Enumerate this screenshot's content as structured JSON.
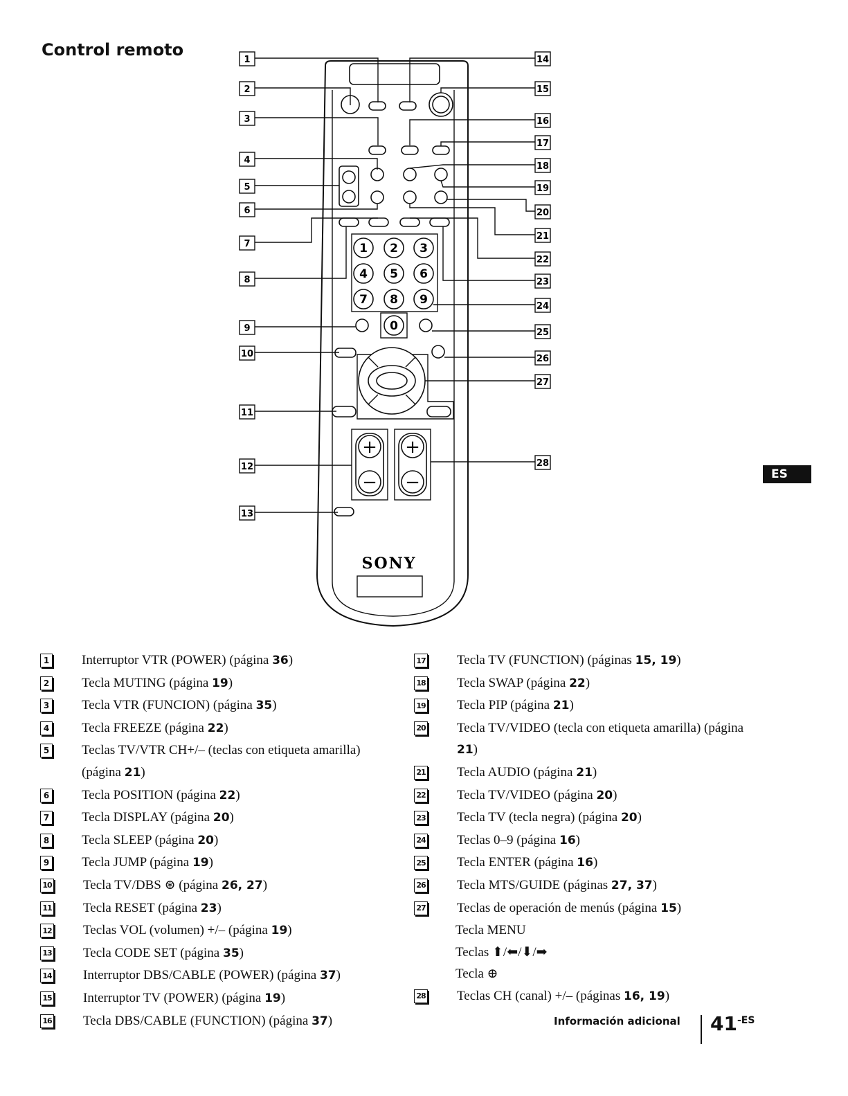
{
  "page": {
    "title": "Control remoto",
    "tab_label": "ES",
    "footer_section": "Información adicional",
    "page_number": "41",
    "page_suffix": "-ES"
  },
  "remote": {
    "brand": "SONY",
    "keypad": [
      "1",
      "2",
      "3",
      "4",
      "5",
      "6",
      "7",
      "8",
      "9",
      "0"
    ],
    "callouts": [
      "1",
      "2",
      "3",
      "4",
      "5",
      "6",
      "7",
      "8",
      "9",
      "10",
      "11",
      "12",
      "13",
      "14",
      "15",
      "16",
      "17",
      "18",
      "19",
      "20",
      "21",
      "22",
      "23",
      "24",
      "25",
      "26",
      "27",
      "28"
    ]
  },
  "legend_left": [
    {
      "n": "1",
      "text": "Interruptor VTR (POWER) (página ",
      "pages": "36",
      "after": ")"
    },
    {
      "n": "2",
      "text": "Tecla MUTING (página ",
      "pages": "19",
      "after": ")"
    },
    {
      "n": "3",
      "text": "Tecla VTR (FUNCION) (página ",
      "pages": "35",
      "after": ")"
    },
    {
      "n": "4",
      "text": "Tecla FREEZE (página ",
      "pages": "22",
      "after": ")"
    },
    {
      "n": "5",
      "text": "Teclas TV/VTR CH+/– (teclas con etiqueta amarilla) (página ",
      "pages": "21",
      "after": ")"
    },
    {
      "n": "6",
      "text": "Tecla POSITION (página ",
      "pages": "22",
      "after": ")"
    },
    {
      "n": "7",
      "text": "Tecla DISPLAY (página ",
      "pages": "20",
      "after": ")"
    },
    {
      "n": "8",
      "text": "Tecla SLEEP (página ",
      "pages": "20",
      "after": ")"
    },
    {
      "n": "9",
      "text": "Tecla JUMP (página ",
      "pages": "19",
      "after": ")"
    },
    {
      "n": "10",
      "text": "Tecla TV/DBS ⊛ (página ",
      "pages": "26, 27",
      "after": ")"
    },
    {
      "n": "11",
      "text": "Tecla RESET (página ",
      "pages": "23",
      "after": ")"
    },
    {
      "n": "12",
      "text": "Teclas VOL (volumen) +/– (página ",
      "pages": "19",
      "after": ")"
    },
    {
      "n": "13",
      "text": "Tecla CODE SET (página ",
      "pages": "35",
      "after": ")"
    },
    {
      "n": "14",
      "text": "Interruptor DBS/CABLE (POWER) (página ",
      "pages": "37",
      "after": ")"
    },
    {
      "n": "15",
      "text": "Interruptor TV (POWER) (página ",
      "pages": "19",
      "after": ")"
    },
    {
      "n": "16",
      "text": "Tecla DBS/CABLE (FUNCTION) (página ",
      "pages": "37",
      "after": ")"
    }
  ],
  "legend_right": [
    {
      "n": "17",
      "text": "Tecla TV (FUNCTION) (páginas ",
      "pages": "15, 19",
      "after": ")"
    },
    {
      "n": "18",
      "text": "Tecla SWAP (página ",
      "pages": "22",
      "after": ")"
    },
    {
      "n": "19",
      "text": "Tecla PIP (página ",
      "pages": "21",
      "after": ")"
    },
    {
      "n": "20",
      "text": "Tecla TV/VIDEO (tecla con etiqueta amarilla) (página ",
      "pages": "21",
      "after": ")"
    },
    {
      "n": "21",
      "text": "Tecla AUDIO (página ",
      "pages": "21",
      "after": ")"
    },
    {
      "n": "22",
      "text": "Tecla TV/VIDEO (página ",
      "pages": "20",
      "after": ")"
    },
    {
      "n": "23",
      "text": "Tecla TV (tecla negra) (página ",
      "pages": "20",
      "after": ")"
    },
    {
      "n": "24",
      "text": "Teclas 0–9 (página ",
      "pages": "16",
      "after": ")"
    },
    {
      "n": "25",
      "text": "Tecla ENTER (página ",
      "pages": "16",
      "after": ")"
    },
    {
      "n": "26",
      "text": "Tecla MTS/GUIDE (páginas ",
      "pages": "27, 37",
      "after": ")"
    },
    {
      "n": "27",
      "text": "Teclas de operación de menús (página ",
      "pages": "15",
      "after": ")"
    }
  ],
  "legend_right_sub": [
    "Tecla MENU",
    "Teclas ⬆/⬅/⬇/➡",
    "Tecla ⊕"
  ],
  "legend_right_last": {
    "n": "28",
    "text": "Teclas CH (canal) +/– (páginas ",
    "pages": "16, 19",
    "after": ")"
  }
}
